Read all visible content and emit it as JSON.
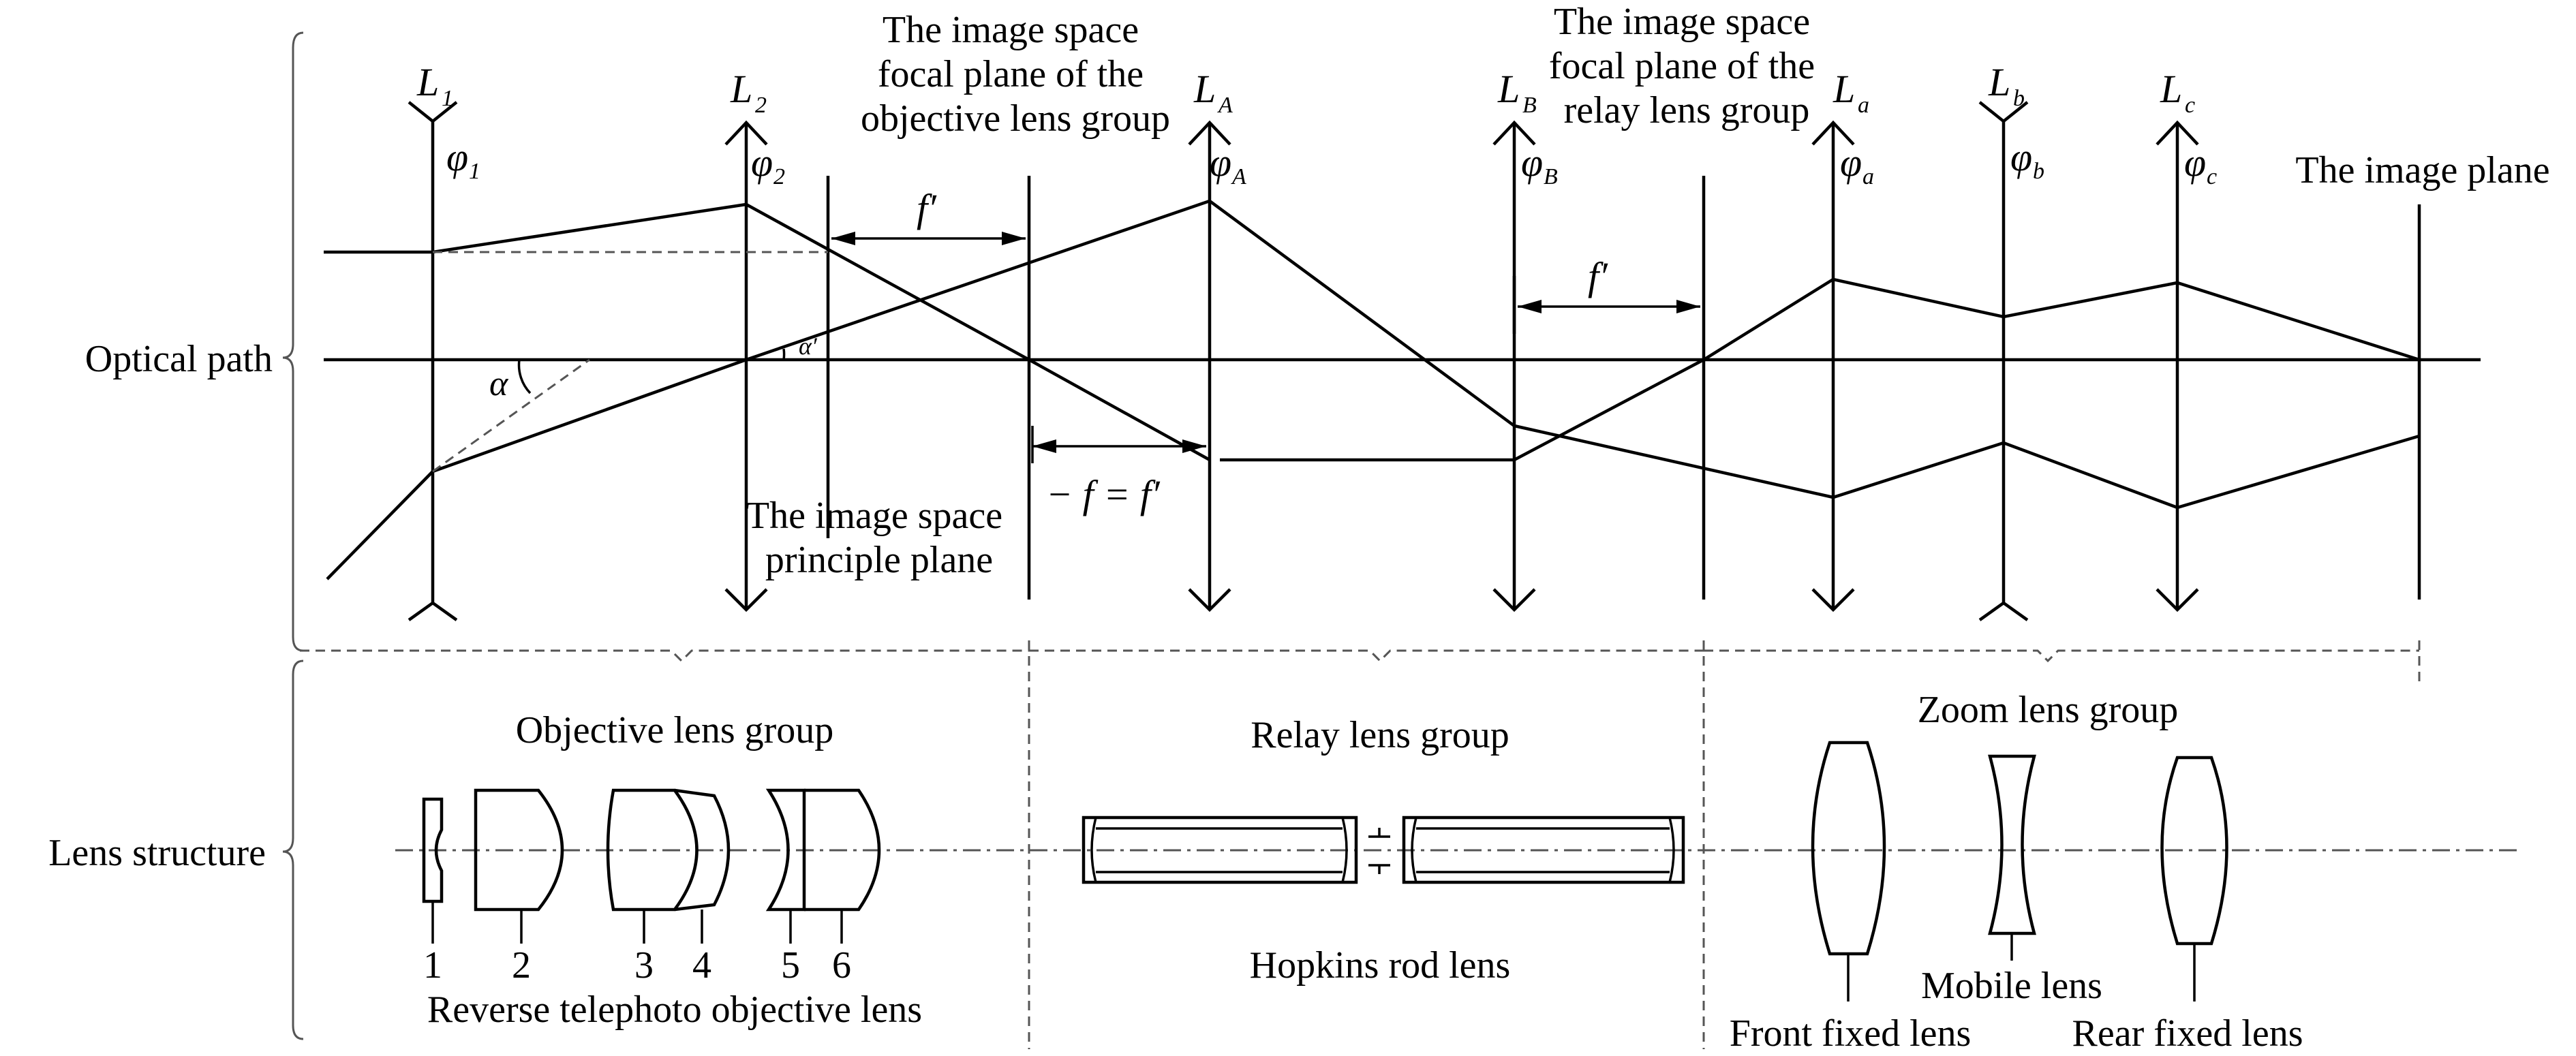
{
  "labels": {
    "optical_path": "Optical path",
    "lens_structure": "Lens structure",
    "obj_focal_plane": [
      "The image space",
      "focal plane of the",
      "objective lens group"
    ],
    "relay_focal_plane": [
      "The image space",
      "focal plane of the",
      "relay lens group"
    ],
    "image_plane": "The image plane",
    "principle_plane": [
      "The image space",
      "principle plane"
    ],
    "f_prime": "f′",
    "neg_f_eq": "− f = f′",
    "alpha": "α",
    "alpha_prime": "α′",
    "objective_group": "Objective lens group",
    "relay_group": "Relay lens group",
    "zoom_group": "Zoom lens group",
    "reverse_tele": "Reverse telephoto objective lens",
    "hopkins": "Hopkins rod lens",
    "front_fixed": "Front fixed lens",
    "mobile": "Mobile lens",
    "rear_fixed": "Rear fixed lens"
  },
  "lenses": [
    {
      "name": "L",
      "sub": "1",
      "phi_sub": "1",
      "type": "negative"
    },
    {
      "name": "L",
      "sub": "2",
      "phi_sub": "2",
      "type": "positive"
    },
    {
      "name": "L",
      "sub": "A",
      "phi_sub": "A",
      "type": "positive"
    },
    {
      "name": "L",
      "sub": "B",
      "phi_sub": "B",
      "type": "positive"
    },
    {
      "name": "L",
      "sub": "a",
      "phi_sub": "a",
      "type": "positive"
    },
    {
      "name": "L",
      "sub": "b",
      "phi_sub": "b",
      "type": "negative"
    },
    {
      "name": "L",
      "sub": "c",
      "phi_sub": "c",
      "type": "positive"
    }
  ],
  "phi": "φ",
  "element_numbers": [
    "1",
    "2",
    "3",
    "4",
    "5",
    "6"
  ]
}
